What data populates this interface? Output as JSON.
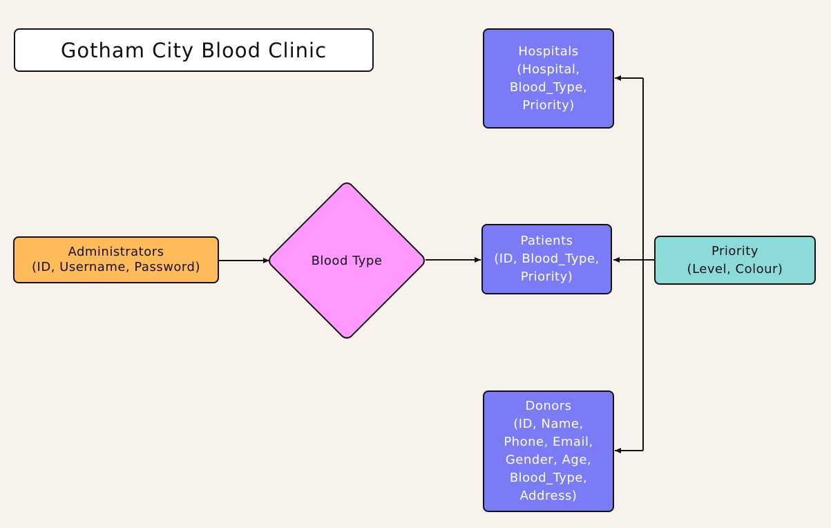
{
  "title": "Gotham City Blood Clinic",
  "administrators": {
    "lines": [
      "Administrators",
      "(ID, Username, Password)"
    ]
  },
  "relationship": {
    "label": "Blood Type"
  },
  "hospitals": {
    "lines": [
      "Hospitals",
      "(Hospital,",
      "Blood_Type,",
      "Priority)"
    ]
  },
  "patients": {
    "lines": [
      "Patients",
      "(ID, Blood_Type,",
      "Priority)"
    ]
  },
  "donors": {
    "lines": [
      "Donors",
      "(ID, Name,",
      "Phone, Email,",
      "Gender, Age,",
      "Blood_Type,",
      "Address)"
    ]
  },
  "priority": {
    "lines": [
      "Priority",
      "(Level, Colour)"
    ]
  },
  "colors": {
    "background": "#f7f2eb",
    "administrators": "#ffbb59",
    "relationship": "#ff99ff",
    "entity": "#7b7cf5",
    "priority": "#8ddbd9"
  }
}
